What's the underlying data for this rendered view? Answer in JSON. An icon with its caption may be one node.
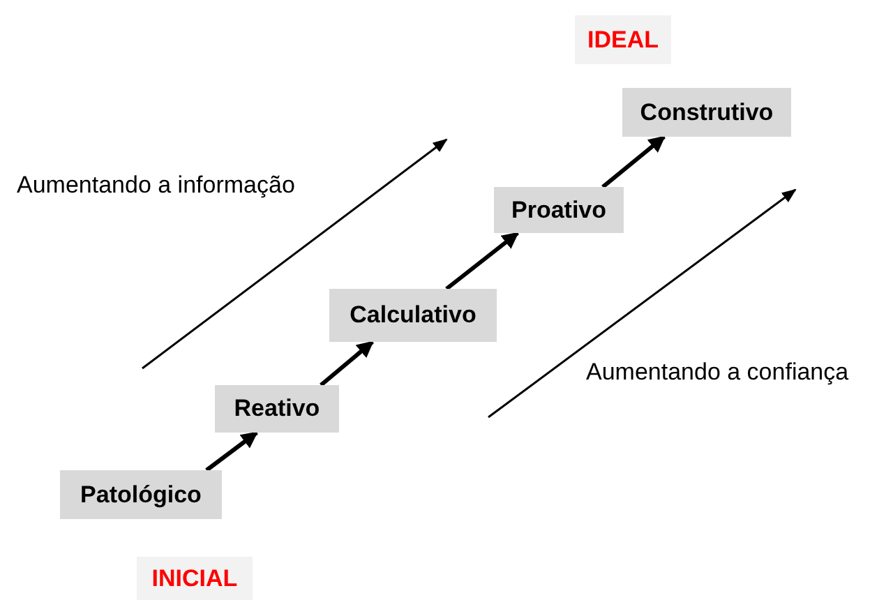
{
  "diagram": {
    "nodes": [
      {
        "text": [
          "IDEAL"
        ]
      },
      {
        "text": [
          "Construtivo"
        ]
      },
      {
        "text": [
          "Proativo"
        ]
      },
      {
        "text": [
          "Calculativo"
        ]
      },
      {
        "text": [
          "Reativo"
        ]
      },
      {
        "text": [
          "Patológico"
        ]
      },
      {
        "text": [
          "INICIAL"
        ]
      }
    ],
    "edges": [
      {
        "from": 5,
        "to": 4,
        "arrow": "to"
      },
      {
        "from": 4,
        "to": 3,
        "arrow": "to"
      },
      {
        "from": 3,
        "to": 2,
        "arrow": "to"
      },
      {
        "from": 2,
        "to": 1,
        "arrow": "to"
      }
    ],
    "labels": [
      "Aumentando a informação",
      "Aumentando a confiança"
    ]
  }
}
